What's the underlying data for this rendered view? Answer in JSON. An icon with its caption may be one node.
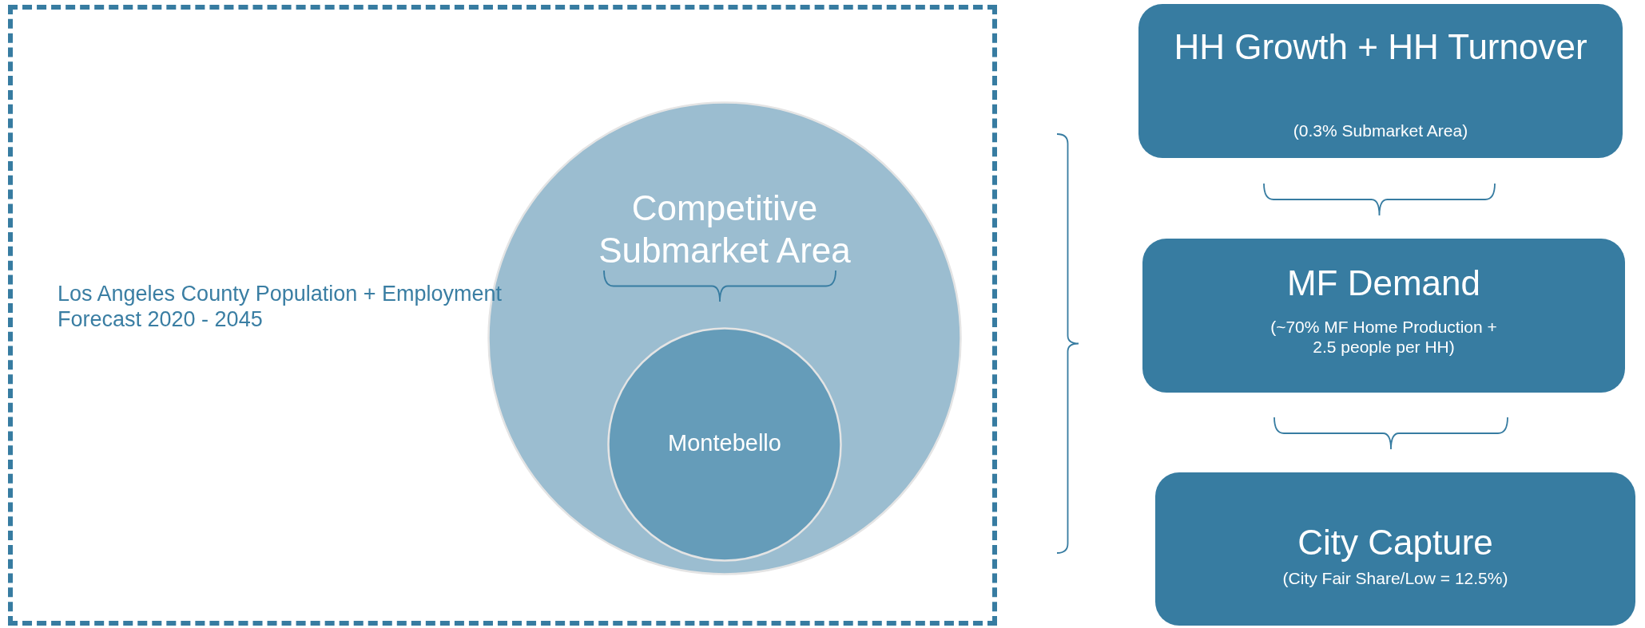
{
  "diagram": {
    "nodes": [
      {
        "text": [
          "Los Angeles County Population + Employment Forecast 2020 - 2045"
        ]
      },
      {
        "text": [
          "Competitive Submarket Area"
        ],
        "in": 0
      },
      {
        "text": [
          "Montebello"
        ],
        "in": 1
      },
      {
        "text": [
          "HH Growth + HH Turnover",
          "(0.3% Submarket Area)"
        ]
      },
      {
        "text": [
          "MF Demand",
          "(~70% MF Home Production + 2.5 people per HH)"
        ]
      },
      {
        "text": [
          "City Capture",
          "(City Fair Share/Low = 12.5%)"
        ]
      }
    ],
    "edges": []
  }
}
